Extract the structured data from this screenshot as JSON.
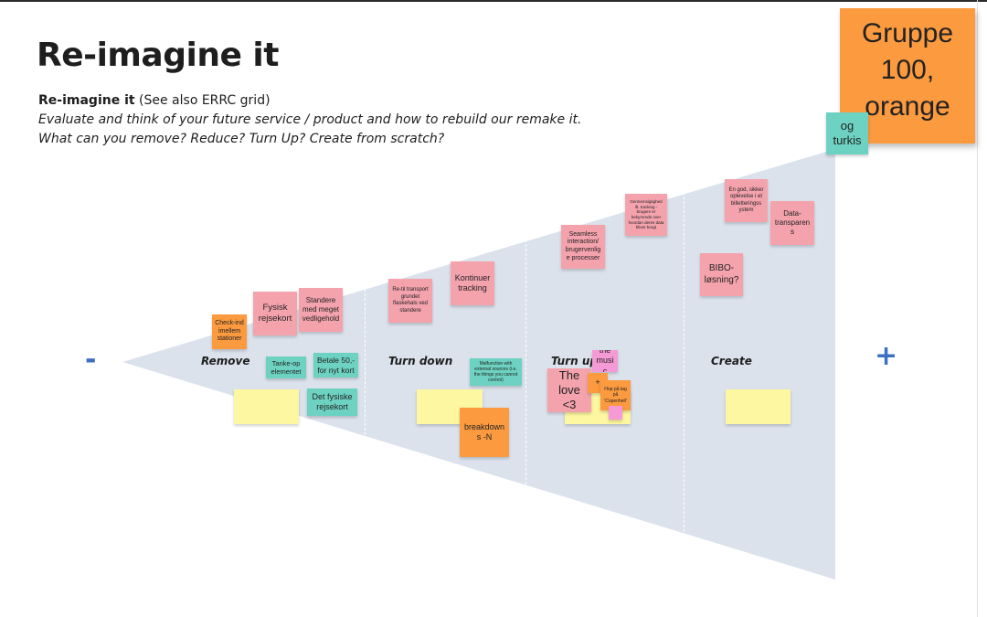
{
  "page": {
    "title": "Re-imagine it",
    "desc_bold": "Re-imagine it",
    "desc_rest": " (See also ERRC grid)",
    "desc_line2": "Evaluate and think of your future service / product and how to rebuild our remake it.",
    "desc_line3": "What can you remove? Reduce? Turn Up? Create from scratch?"
  },
  "group_card": {
    "label": "Gruppe 100, orange",
    "tag": "og turkis"
  },
  "axis": {
    "minus": "-",
    "plus": "+"
  },
  "columns": [
    {
      "label": "Remove"
    },
    {
      "label": "Turn down"
    },
    {
      "label": "Turn up"
    },
    {
      "label": "Create"
    }
  ],
  "notes": [
    {
      "text": "Check-ind imellem stationer",
      "color": "orange"
    },
    {
      "text": "Fysisk rejsekort",
      "color": "pink"
    },
    {
      "text": "Standere med meget vedligehold",
      "color": "pink"
    },
    {
      "text": "Tanke-op elementet",
      "color": "teal"
    },
    {
      "text": "Betale 50,- for nyt kort",
      "color": "teal"
    },
    {
      "text": "Det fysiske rejsekort",
      "color": "teal"
    },
    {
      "text": "",
      "color": "yellow"
    },
    {
      "text": "Re-til transport grundet flaskehals ved standere",
      "color": "pink"
    },
    {
      "text": "Kontinuer tracking",
      "color": "pink"
    },
    {
      "text": "Malfunction with external sources (i.e. the things you cannot control)",
      "color": "teal"
    },
    {
      "text": "",
      "color": "yellow"
    },
    {
      "text": "breakdowns -N",
      "color": "orange"
    },
    {
      "text": "Seamless interaction/ brugervenlig e processer",
      "color": "pink"
    },
    {
      "text": "Gennemsigtighed ift. tracking - brugere er bekymrede over hvordan deres data bliver brugt",
      "color": "pink"
    },
    {
      "text": "the music",
      "color": "magenta"
    },
    {
      "text": "",
      "color": "yellow"
    },
    {
      "text": "The love <3",
      "color": "pink"
    },
    {
      "text": "+",
      "color": "orange"
    },
    {
      "text": "Hop på tag på 'Copenhell'",
      "color": "orange"
    },
    {
      "text": "",
      "color": "magenta"
    },
    {
      "text": "En god, sikker oplevelse i et billetteringss ystem",
      "color": "pink"
    },
    {
      "text": "Data-transparens",
      "color": "pink"
    },
    {
      "text": "BIBO-løsning?",
      "color": "pink"
    },
    {
      "text": "",
      "color": "yellow"
    }
  ]
}
